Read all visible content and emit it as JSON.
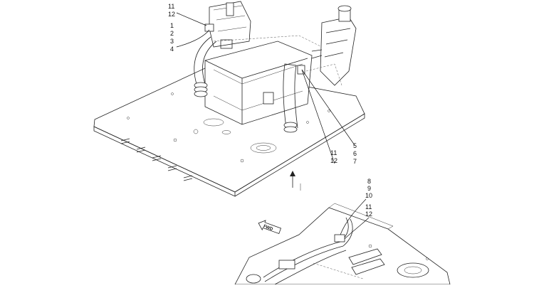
{
  "callouts": {
    "top_left": [
      "11",
      "12",
      "1",
      "2",
      "3",
      "4"
    ],
    "right": [
      "5",
      "6",
      "7"
    ],
    "mid": [
      "11",
      "12"
    ],
    "bottom": [
      "8",
      "9",
      "10",
      "11",
      "12"
    ]
  },
  "fwd_label": "FWD",
  "colors": {
    "line": "#222222",
    "background": "#ffffff"
  }
}
